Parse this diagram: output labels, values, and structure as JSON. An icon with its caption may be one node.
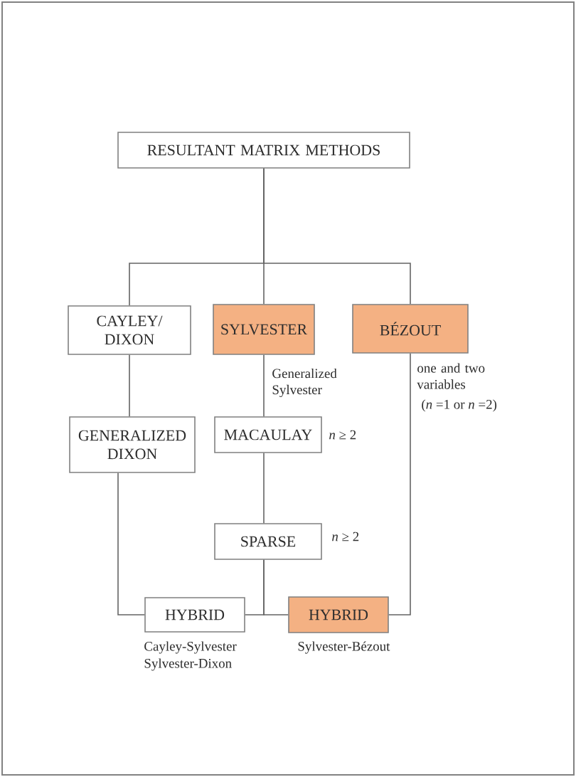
{
  "diagram": {
    "nodes": [
      {
        "text": [
          "RESULTANT MATRIX METHODS"
        ]
      },
      {
        "text": [
          "CAYLEY/ DIXON"
        ]
      },
      {
        "text": [
          "SYLVESTER"
        ]
      },
      {
        "text": [
          "BÉZOUT"
        ],
        "beside": [
          "one and two variables",
          "(*n* =1 or *n* =2)"
        ]
      },
      {
        "text": [
          "GENERALIZED DIXON"
        ]
      },
      {
        "text": [
          "MACAULAY"
        ],
        "beside": [
          "*n* ≥ 2"
        ]
      },
      {
        "text": [
          "SPARSE"
        ],
        "beside": [
          "*n* ≥ 2"
        ]
      },
      {
        "text": [
          "HYBRID"
        ],
        "beside": [
          "Cayley-Sylvester",
          "Sylvester-Dixon"
        ]
      },
      {
        "text": [
          "HYBRID"
        ],
        "beside": [
          "Sylvester-Bézout"
        ]
      }
    ],
    "edges": [
      {
        "from": 0,
        "to": 1,
        "arrow": "none"
      },
      {
        "from": 0,
        "to": 2,
        "arrow": "none"
      },
      {
        "from": 0,
        "to": 3,
        "arrow": "none"
      },
      {
        "from": 1,
        "to": 4,
        "arrow": "none"
      },
      {
        "from": 2,
        "to": 5,
        "arrow": "none",
        "label": "Generalized Sylvester"
      },
      {
        "from": 5,
        "to": 6,
        "arrow": "none"
      },
      {
        "from": 4,
        "to": 7,
        "arrow": "none"
      },
      {
        "from": 6,
        "to": 7,
        "arrow": "none"
      },
      {
        "from": 6,
        "to": 8,
        "arrow": "none"
      },
      {
        "from": 3,
        "to": 8,
        "arrow": "none"
      }
    ]
  }
}
